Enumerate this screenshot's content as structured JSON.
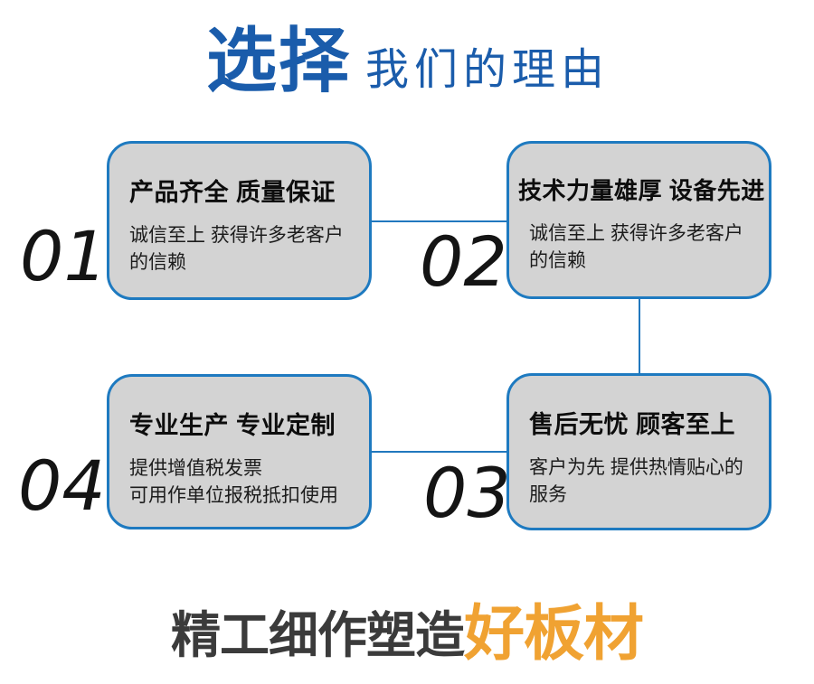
{
  "header": {
    "title_accent": "选择",
    "title_rest": "我们的理由"
  },
  "cards": [
    {
      "number": "01",
      "title": "产品齐全 质量保证",
      "desc": "诚信至上 获得许多老客户\n的信赖"
    },
    {
      "number": "02",
      "title": "技术力量雄厚 设备先进",
      "desc": "诚信至上 获得许多老客户\n的信赖"
    },
    {
      "number": "03",
      "title": "售后无忧 顾客至上",
      "desc": "客户为先 提供热情贴心的\n服务"
    },
    {
      "number": "04",
      "title": "专业生产 专业定制",
      "desc": "提供增值税发票\n可用作单位报税抵扣使用"
    }
  ],
  "footer": {
    "text_main": "精工细作塑造",
    "text_accent": "好板材"
  },
  "colors": {
    "title_blue": "#1a5cab",
    "card_border_blue": "#1e7ac0",
    "card_fill_gray": "#d3d3d3",
    "connector_blue": "#2178be",
    "footer_gray": "#3b3b3b",
    "footer_orange": "#f0a232"
  }
}
